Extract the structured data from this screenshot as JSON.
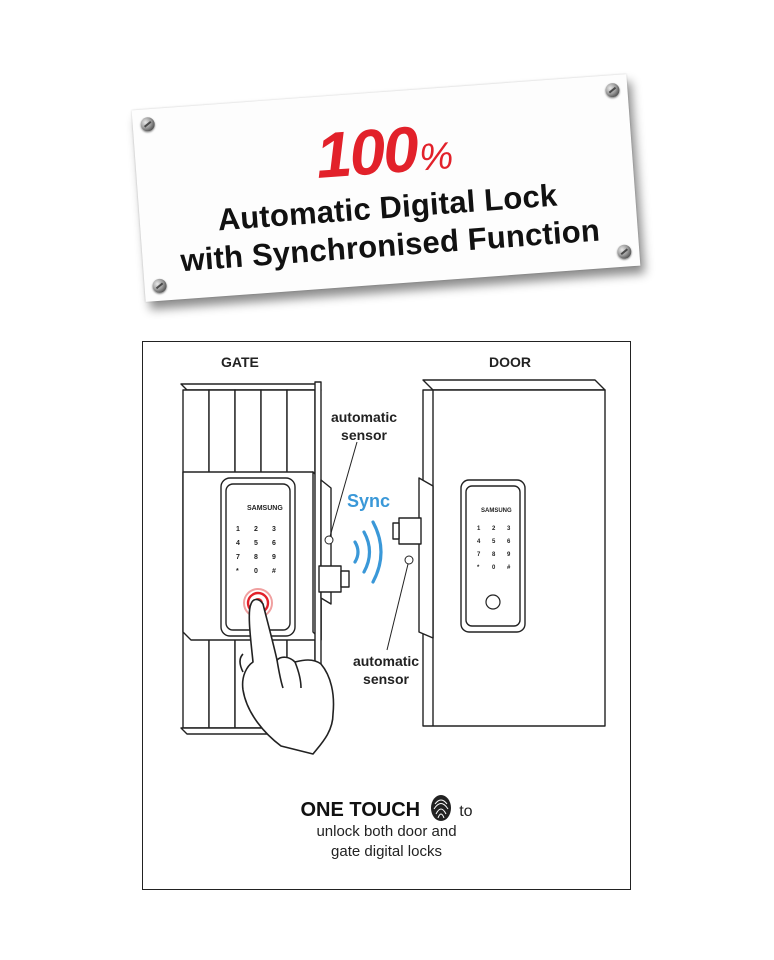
{
  "banner": {
    "percent_number": "100",
    "percent_sign": "%",
    "line1": "Automatic Digital Lock",
    "line2": "with Synchronised Function",
    "accent_color": "#e2212a"
  },
  "diagram": {
    "gate_label": "GATE",
    "door_label": "DOOR",
    "sensor_top_line1": "automatic",
    "sensor_top_line2": "sensor",
    "sensor_bottom_line1": "automatic",
    "sensor_bottom_line2": "sensor",
    "sync_label": "Sync",
    "sync_color": "#3a98d8",
    "keypad_keys": [
      "1",
      "2",
      "3",
      "4",
      "5",
      "6",
      "7",
      "8",
      "9",
      "*",
      "0",
      "#"
    ],
    "icons": [
      "fingerprint-icon",
      "hand-icon",
      "wireless-signal-icon"
    ]
  },
  "caption": {
    "bold_text": "ONE TOUCH",
    "to_word": "to",
    "line2": "unlock both door and",
    "line3": "gate digital locks"
  }
}
